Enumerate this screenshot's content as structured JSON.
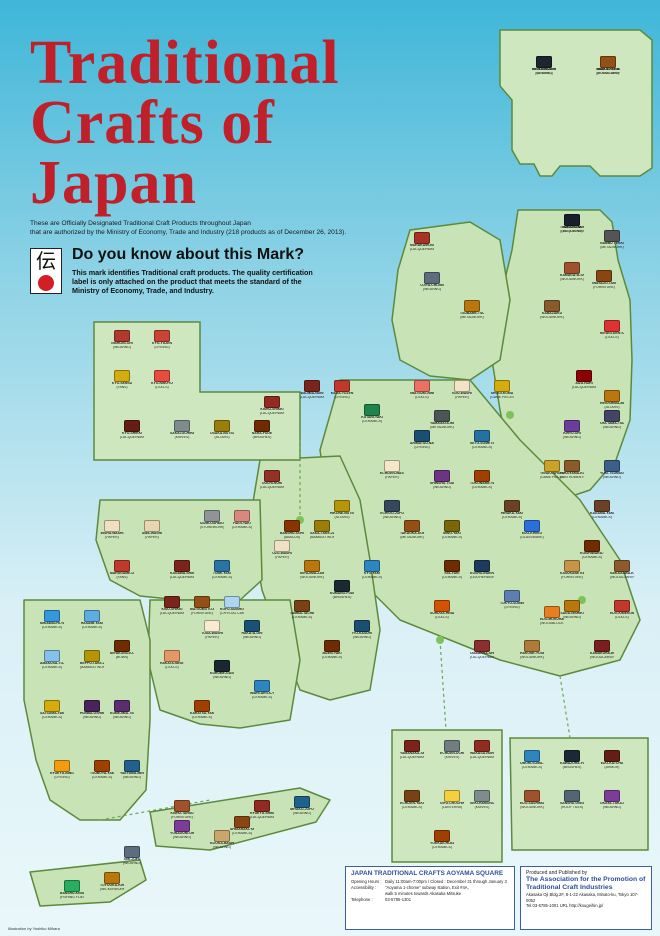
{
  "title_lines": [
    "Traditional",
    "Crafts of",
    "Japan"
  ],
  "intro": {
    "line1": "These are Officially Designated Traditional Craft Products throughout Japan",
    "line2": "that are authorized by the Ministry of Economy, Trade and Industry (218 products as of December 26, 2013)."
  },
  "mark": {
    "symbol": "伝",
    "heading": "Do you know about this Mark?",
    "text": "This mark identifies Traditional craft products. The quality certification label is only attached on the product that meets the standard of the Ministry of Economy, Trade, and Industry."
  },
  "colors": {
    "title": "#c0202a",
    "accent": "#2c4f9c",
    "land": "#c8e3b5"
  },
  "crafts": [
    {
      "name": "NIBUTANI-ATTUS",
      "category": "(WEAVING)",
      "color": "#3b4f9b"
    },
    {
      "name": "NIBUTANI-ITA",
      "category": "(FURNITURE)",
      "color": "#b5651d"
    },
    {
      "name": "TSUGARU-NURI",
      "category": "(LACQUERWARE)",
      "color": "#333333"
    },
    {
      "name": "NAMBU TEKKI",
      "category": "(METALWORK)",
      "color": "#555555"
    },
    {
      "name": "IWAYADO-TANSU",
      "category": "(FURNITURE)",
      "color": "#8b4513"
    },
    {
      "name": "KAMAGATA-SHIKI",
      "category": "(WOODWORK)",
      "color": "#a0522d"
    },
    {
      "name": "MIYAGI-DENTO KOKESHI",
      "category": "(DOLLS)",
      "color": "#d33"
    },
    {
      "name": "AIZU-NURI",
      "category": "(LACQUERWARE)",
      "color": "#8b0000"
    },
    {
      "name": "OKI-TAMA-TSUMUGI",
      "category": "(WEAVING)",
      "color": "#446"
    },
    {
      "name": "KABAZAIKU",
      "category": "(WOODWORK)",
      "color": "#8b5a2b"
    },
    {
      "name": "KIRYU-ORI",
      "category": "(WEAVING)",
      "color": "#6a3d9a"
    },
    {
      "name": "YUKI-TSUMUGI",
      "category": "(WEAVING)",
      "color": "#3a5f8a"
    },
    {
      "name": "EDO-KIRIKO",
      "category": "(GLASSWARE)",
      "color": "#2a6fdb"
    },
    {
      "name": "KASUKABE KIRI-TANSU",
      "category": "(FURNITURE)",
      "color": "#c8944a"
    },
    {
      "name": "KAGAMA-YAKI",
      "category": "(CERAMICS)",
      "color": "#6b4226"
    },
    {
      "name": "EDO-KIMEKOMI NINGYO",
      "category": "(DOLLS)",
      "color": "#c0392b"
    },
    {
      "name": "EDO-MOKUHANGA",
      "category": "(WOODBLOCK PRINT)",
      "color": "#e67e22"
    },
    {
      "name": "TOKYO-SOMEKOMON",
      "category": "(DYEING)",
      "color": "#5b7fae"
    },
    {
      "name": "KAMAKURA-BORI",
      "category": "(WOODCARVING)",
      "color": "#7a1f1f"
    },
    {
      "name": "ODAWARA-SHIKKI",
      "category": "(LACQUERWARE)",
      "color": "#8e2f2f"
    },
    {
      "name": "HAKONE-YOSEGI ZAIKU",
      "category": "(WOODWORK)",
      "color": "#b07a3a"
    },
    {
      "name": "SURUGA-HINAGU",
      "category": "(DOLLS)",
      "color": "#d35400"
    },
    {
      "name": "KOSHU-INDEN",
      "category": "(LEATHERWORK)",
      "color": "#1f3a5f"
    },
    {
      "name": "MURAKAMI-KIBORI TSUISHU",
      "category": "(LACQUERWARE)",
      "color": "#a93226"
    },
    {
      "name": "OJIYA-CHIJIMI",
      "category": "(WEAVING)",
      "color": "#5d6d7e"
    },
    {
      "name": "TSUBAME-TSUIKI DOKI",
      "category": "(METALWORK)",
      "color": "#b9770e"
    },
    {
      "name": "KAGA-YUZEN",
      "category": "(DYEING)",
      "color": "#c0392b"
    },
    {
      "name": "KUTANI-YAKI",
      "category": "(CERAMICS)",
      "color": "#1e8449"
    },
    {
      "name": "WAJIMA-NURI",
      "category": "(LACQUERWARE)",
      "color": "#7b241c"
    },
    {
      "name": "ECHIZEN-WASHI",
      "category": "(PAPER)",
      "color": "#f5e6c8"
    },
    {
      "name": "TAKAOKA-DOKI",
      "category": "(METALWORK)",
      "color": "#935116"
    },
    {
      "name": "MINO-YAKI",
      "category": "(CERAMICS)",
      "color": "#7d6608"
    },
    {
      "name": "TOKONAME-YAKI",
      "category": "(CERAMICS)",
      "color": "#a04000"
    },
    {
      "name": "SETO-SOMETSUKE",
      "category": "(CERAMICS)",
      "color": "#2471a3"
    },
    {
      "name": "ARIMATSU-NARUMI SHIBORI",
      "category": "(DYEING)",
      "color": "#1b4f72"
    },
    {
      "name": "IGA-YAKI",
      "category": "(CERAMICS)",
      "color": "#6e2c00"
    },
    {
      "name": "KYO-YAKI",
      "category": "(CERAMICS)",
      "color": "#2e86c1"
    },
    {
      "name": "NISHIJIN-ORI",
      "category": "(WEAVING)",
      "color": "#b03a2e"
    },
    {
      "name": "KYO-YUZEN",
      "category": "(DYEING)",
      "color": "#cb4335"
    },
    {
      "name": "KYO-SENSU",
      "category": "(FANS)",
      "color": "#d4ac0d"
    },
    {
      "name": "KYO-NINGYO",
      "category": "(DOLLS)",
      "color": "#e74c3c"
    },
    {
      "name": "KYO-SHIKKI",
      "category": "(LACQUERWARE)",
      "color": "#641e16"
    },
    {
      "name": "SAKAI-UCHIHAMONO",
      "category": "(KNIVES)",
      "color": "#7f8c8d"
    },
    {
      "name": "OSAKA-BUTSUDAN",
      "category": "(ALTARS)",
      "color": "#9a7d0a"
    },
    {
      "name": "NARA-FUDE",
      "category": "(BRUSHES)",
      "color": "#6e2c00"
    },
    {
      "name": "KISHU-SHIKKI",
      "category": "(LACQUERWARE)",
      "color": "#922b21"
    },
    {
      "name": "BANSHU-SOROBAN",
      "category": "(ABACUS)",
      "color": "#873600"
    },
    {
      "name": "TAMBA-TACHIKUI-YAKI",
      "category": "(CERAMICS)",
      "color": "#784212"
    },
    {
      "name": "BIZEN-YAKI",
      "category": "(CERAMICS)",
      "color": "#6e2c00"
    },
    {
      "name": "KUMANO-FUDE",
      "category": "(BRUSHES)",
      "color": "#1c2833"
    },
    {
      "name": "MIYAJIMA-ZAIKU",
      "category": "(WOODWORK)",
      "color": "#b9770e"
    },
    {
      "name": "HAGI-YAKI",
      "category": "(CERAMICS)",
      "color": "#d98880"
    },
    {
      "name": "OUCHI-NURI",
      "category": "(LACQUERWARE)",
      "color": "#943126"
    },
    {
      "name": "IZUMO-ISHIDORO",
      "category": "(STONEWORK)",
      "color": "#909497"
    },
    {
      "name": "INSHU-WASHI",
      "category": "(PAPER)",
      "color": "#f0e0c0"
    },
    {
      "name": "AWA-WASHI",
      "category": "(PAPER)",
      "color": "#e8d6b0"
    },
    {
      "name": "MARUGAME-UCHIWA",
      "category": "(FANS)",
      "color": "#c0392b"
    },
    {
      "name": "KAGAWA-SHIKKI",
      "category": "(LACQUERWARE)",
      "color": "#7b241c"
    },
    {
      "name": "TOBE-YAKI",
      "category": "(CERAMICS)",
      "color": "#2874a6"
    },
    {
      "name": "TOSA-WASHI",
      "category": "(PAPER)",
      "color": "#f7ead0"
    },
    {
      "name": "HAKATA-ORI",
      "category": "(WEAVING)",
      "color": "#1a5276"
    },
    {
      "name": "HAKATA-NINGYO",
      "category": "(DOLLS)",
      "color": "#e59866"
    },
    {
      "name": "KURUME-GASURI",
      "category": "(WEAVING)",
      "color": "#1b2631"
    },
    {
      "name": "IMARI-ARITA-YAKI",
      "category": "(CERAMICS)",
      "color": "#2e86c1"
    },
    {
      "name": "KARATSU-YAKI",
      "category": "(CERAMICS)",
      "color": "#a04000"
    },
    {
      "name": "MIKAWACHI-YAKI",
      "category": "(CERAMICS)",
      "color": "#3498db"
    },
    {
      "name": "HASAMI-YAKI",
      "category": "(CERAMICS)",
      "color": "#5dade2"
    },
    {
      "name": "AMAKUSA-TOJIKI",
      "category": "(CERAMICS)",
      "color": "#85c1e9"
    },
    {
      "name": "BEPPU-TAKE-ZAIKU",
      "category": "(BAMBOO WORK)",
      "color": "#b7950b"
    },
    {
      "name": "MIYAKONOJO-DAIKYU",
      "category": "(BOWS)",
      "color": "#6e2c00"
    },
    {
      "name": "SATSUMA-YAKI",
      "category": "(CERAMICS)",
      "color": "#d4ac0d"
    },
    {
      "name": "HONBA-OSHIMA-TSUMUGI",
      "category": "(WEAVING)",
      "color": "#4a235a"
    },
    {
      "name": "KUMEJIMA-TSUMUGI",
      "category": "(WEAVING)",
      "color": "#5b2c6f"
    },
    {
      "name": "RYUKYU-BINGATA",
      "category": "(DYEING)",
      "color": "#f39c12"
    },
    {
      "name": "TSUBOYA-YAKI",
      "category": "(CERAMICS)",
      "color": "#a04000"
    },
    {
      "name": "YAEYAMA-MINSA",
      "category": "(WEAVING)",
      "color": "#21618c"
    },
    {
      "name": "YONAGUNI-ORI",
      "category": "(WEAVING)",
      "color": "#7d3c98"
    },
    {
      "name": "KIJOKA-BASHOFU",
      "category": "(WEAVING)",
      "color": "#c9a66b"
    },
    {
      "name": "RYUKYU-SHIKKI",
      "category": "(LACQUERWARE)",
      "color": "#922b21"
    },
    {
      "name": "MIYAKO-JOFU",
      "category": "(WEAVING)",
      "color": "#1f618d"
    },
    {
      "name": "BANSHU-KEBARI",
      "category": "(FISHING FLIES)",
      "color": "#27ae60"
    },
    {
      "name": "TOYOOKA-KIRYU-ZAIKU",
      "category": "(WICKERWORK)",
      "color": "#b9770e"
    },
    {
      "name": "KISHU-TANSU",
      "category": "(FURNITURE)",
      "color": "#a0522d"
    },
    {
      "name": "SHIGARAKI-YAKI",
      "category": "(CERAMICS)",
      "color": "#8b4513"
    },
    {
      "name": "OMI-JOFU",
      "category": "(WEAVING)",
      "color": "#5d6d7e"
    },
    {
      "name": "HIKONE-BUTSUDAN",
      "category": "(ALTARS)",
      "color": "#b7950b"
    },
    {
      "name": "IYO-KASURI",
      "category": "(WEAVING)",
      "color": "#1b4f72"
    },
    {
      "name": "OZU-WASHI",
      "category": "(PAPER)",
      "color": "#efe1c3"
    },
    {
      "name": "SAKA-TAKE-ZAIKU",
      "category": "(BAMBOO WORK)",
      "color": "#9a7d0a"
    },
    {
      "name": "ECHIGO-JOFU",
      "category": "(WEAVING)",
      "color": "#34495e"
    },
    {
      "name": "SHINSHU-TSUMUGI",
      "category": "(WEAVING)",
      "color": "#6c3483"
    },
    {
      "name": "KISO-SHIKKI",
      "category": "(LACQUERWARE)",
      "color": "#7b241c"
    },
    {
      "name": "MATSUMOTO-KAGU",
      "category": "(FURNITURE)",
      "color": "#935116"
    },
    {
      "name": "KOFU-SUISHO-KIBORI",
      "category": "(CRYSTAL CARVING)",
      "color": "#aed6f1"
    },
    {
      "name": "IWATSUKI-NINGYO",
      "category": "(DOLLS)",
      "color": "#ec7063"
    },
    {
      "name": "EDO-WASHI",
      "category": "(PAPER)",
      "color": "#f2e3c4"
    },
    {
      "name": "SHOGI-KOMA",
      "category": "(GAME PIECES)",
      "color": "#d4ac0d"
    },
    {
      "name": "YAMAGATA-IMONO",
      "category": "(METALWORK)",
      "color": "#4d5656"
    },
    {
      "name": "TENDO-SHOGI-KOMA",
      "category": "(GAME PIECES)",
      "color": "#c9a227"
    },
    {
      "name": "HIRAKA-YAKI",
      "category": "(CERAMICS)",
      "color": "#6b4226"
    },
    {
      "name": "SAGA-NISHIKI",
      "category": "(WEAVING)",
      "color": "#b9770e"
    },
    {
      "name": "NAKAGAWA-KIBORI",
      "category": "(WOODCARVING)",
      "color": "#8e5a2b"
    },
    {
      "name": "KOISHIWARA-YAKI",
      "category": "(CERAMICS)",
      "color": "#6e2c00"
    },
    {
      "name": "HIROSHIMA-BUTSUDAN",
      "category": "(ALTARS)",
      "color": "#b9770e"
    },
    {
      "name": "FUKUYAMA-KOTO",
      "category": "(INSTRUMENTS)",
      "color": "#8b5a2b"
    },
    {
      "name": "OBORI-SOMA-YAKI",
      "category": "(CERAMICS)",
      "color": "#2e86c1"
    },
    {
      "name": "KAWAZURA-FUDE",
      "category": "(BRUSHES)",
      "color": "#1c2833"
    },
    {
      "name": "EDO-KATCHU",
      "category": "(ARMOR)",
      "color": "#641e16"
    },
    {
      "name": "EDO-SASHIMONO",
      "category": "(WOODWORK)",
      "color": "#a0522d"
    },
    {
      "name": "SANSHU-ONIGAWARA",
      "category": "(ROOF TILES)",
      "color": "#566573"
    },
    {
      "name": "OKAYA-TAKA-SHINSHU",
      "category": "(WEAVING)",
      "color": "#7d3c98"
    },
    {
      "name": "YAMANAKA-SHIKKI",
      "category": "(LACQUERWARE)",
      "color": "#7b241c"
    },
    {
      "name": "ECHIZEN-UCHIHAMONO",
      "category": "(KNIVES)",
      "color": "#717d7e"
    },
    {
      "name": "WAKASA-NURI",
      "category": "(LACQUERWARE)",
      "color": "#922b21"
    },
    {
      "name": "ECHIZEN-YAKI",
      "category": "(CERAMICS)",
      "color": "#784212"
    },
    {
      "name": "GIFU-CHOCHIN",
      "category": "(LANTERNS)",
      "color": "#f4d03f"
    },
    {
      "name": "SEKI-HAMONO",
      "category": "(KNIVES)",
      "color": "#7f8c8d"
    },
    {
      "name": "YOKKAICHI-BANKO-YAKI",
      "category": "(CERAMICS)",
      "color": "#a04000"
    },
    {
      "name": "ISE-KATAGAMI",
      "category": "(DYEING)",
      "color": "#1b2631"
    },
    {
      "name": "OSAKA-RANMA",
      "category": "(WOODCARVING)",
      "color": "#935116"
    },
    {
      "name": "NARA-SUMI",
      "category": "(INK STICKS)",
      "color": "#17202a"
    }
  ],
  "map_labels": {
    "hokkaido_inset_note": "",
    "okinawa_note": ""
  },
  "aoyama": {
    "heading": "JAPAN TRADITIONAL CRAFTS AOYAMA SQUARE",
    "hours_label": "Opening Hours :",
    "hours": "Daily 11:00am-7:00pm / Closed : December 31 through January 3",
    "access_label": "Accessibility :",
    "access_1": "\"Aoyama 1-chome\" subway station, Exit #4A,",
    "access_2": "walk 5 minutes towards Akasaka Mitsuke",
    "tel_label": "Telephone :",
    "tel": "03-5785-1301"
  },
  "publisher": {
    "label": "Produced and Published by",
    "name_1": "The Association for the Promotion of",
    "name_2": "Traditional Craft Industries",
    "address": "Akasaka Oji Bldg.2F, 8-1-22 Akasaka, Minato-ku, Tokyo 107-0052",
    "contact": "Tel.03-5785-1001   URL  http://kougeihin.jp/"
  },
  "illustration_credit": "Illustration by Yoshiko Mihara"
}
